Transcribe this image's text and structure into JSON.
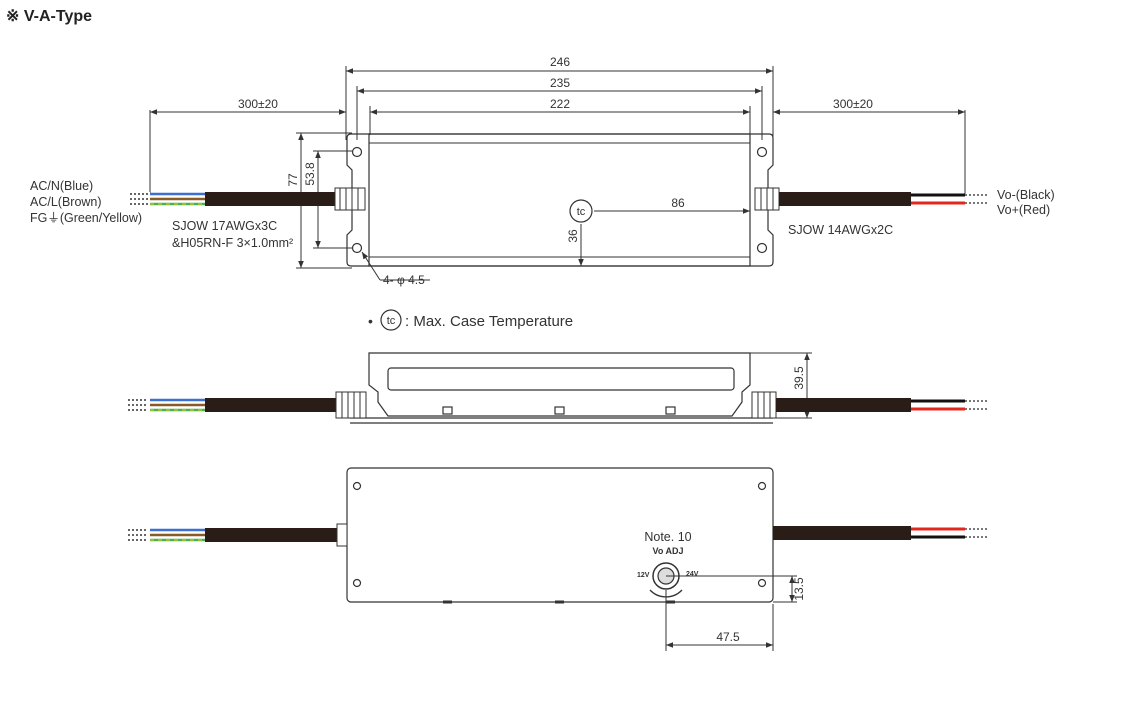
{
  "header": {
    "symbol": "※",
    "title": "V-A-Type"
  },
  "top_view": {
    "dims": {
      "overall_length": "246",
      "mount_span": "235",
      "case_length": "222",
      "input_cable_length": "300±20",
      "output_cable_length": "300±20",
      "height": "77",
      "mount_height": "53.8",
      "tc_offset_x": "86",
      "tc_offset_y": "36",
      "holes": "4- φ 4.5"
    },
    "input_wires": [
      "AC/N(Blue)",
      "AC/L(Brown)",
      "FG⏚(Green/Yellow)"
    ],
    "input_cable_line1": "SJOW 17AWGx3C",
    "input_cable_line2": "&H05RN-F 3×1.0mm²",
    "output_wires": [
      "Vo-(Black)",
      "Vo+(Red)"
    ],
    "output_cable": "SJOW 14AWGx2C",
    "tc_symbol": "tc"
  },
  "legend": {
    "bullet": "•",
    "tc_symbol": "tc",
    "text": ": Max. Case Temperature"
  },
  "side_view": {
    "height": "39.5"
  },
  "bottom_view": {
    "note": "Note. 10",
    "knob_label": "Vo  ADJ",
    "knob_min": "12V",
    "knob_max": "24V",
    "offset_y": "13.5",
    "offset_x": "47.5"
  },
  "colors": {
    "wire_blue": "#3c6fd0",
    "wire_brown": "#8a5a2b",
    "wire_green": "#4caf50",
    "wire_yellow": "#e4d21c",
    "wire_black": "#111111",
    "wire_red": "#e0281e",
    "cable": "#2a1c16",
    "outline": "#333333"
  }
}
